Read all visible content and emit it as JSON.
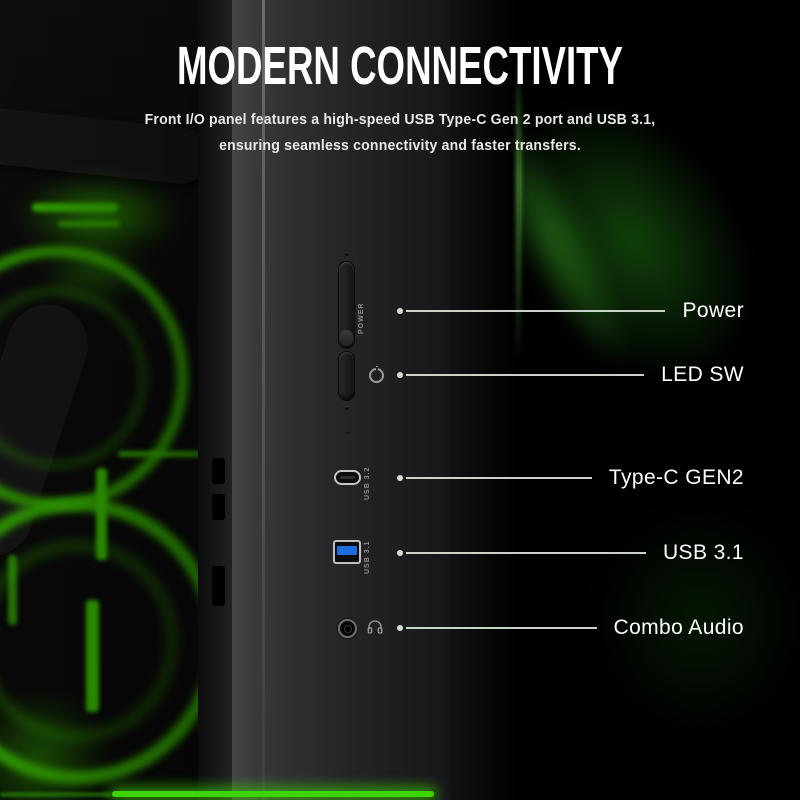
{
  "header": {
    "title": "MODERN CONNECTIVITY",
    "subtitle_line1": "Front I/O panel features a high-speed USB Type-C Gen 2 port and USB 3.1,",
    "subtitle_line2": "ensuring seamless connectivity and faster transfers."
  },
  "io_panel": {
    "power_label": "POWER",
    "typec_port_label": "USB 3.2",
    "usba_port_label": "USB 3.1"
  },
  "callouts": [
    {
      "label": "Power"
    },
    {
      "label": "LED SW"
    },
    {
      "label": "Type-C GEN2"
    },
    {
      "label": "USB 3.1"
    },
    {
      "label": "Combo Audio"
    }
  ],
  "icons": {
    "led_switch": "power-symbol-icon",
    "audio": "headphone-icon"
  },
  "colors": {
    "accent_green": "#3fd400",
    "callout_line": "#d6ddd4",
    "label_text": "#ffffff"
  }
}
